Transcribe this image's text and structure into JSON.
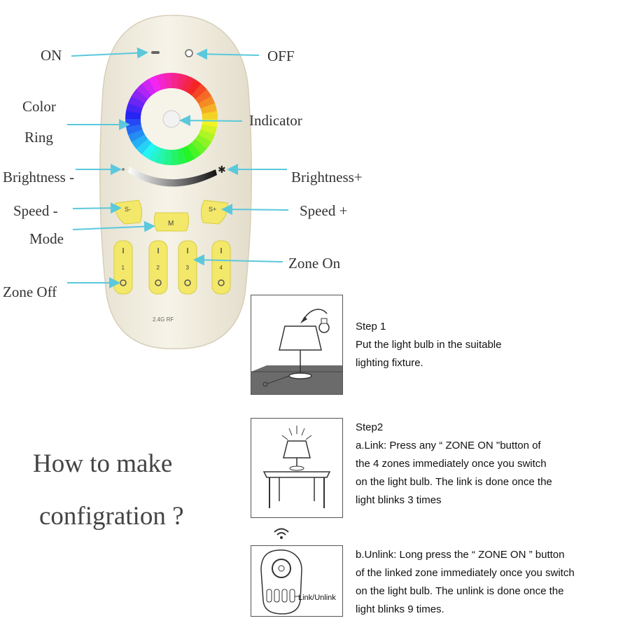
{
  "remote": {
    "on_label": "ON",
    "off_label": "OFF",
    "color_ring_line1": "Color",
    "color_ring_line2": "Ring",
    "indicator_label": "Indicator",
    "brightness_minus_label": "Brightness -",
    "brightness_plus_label": "Brightness+",
    "speed_minus_label": "Speed -",
    "speed_plus_label": "Speed +",
    "mode_label": "Mode",
    "zone_on_label": "Zone On",
    "zone_off_label": "Zone Off",
    "buttons": {
      "speed_minus": "S-",
      "mode": "M",
      "speed_plus": "S+"
    },
    "zones": [
      "1",
      "2",
      "3",
      "4"
    ],
    "rf_label": "2.4G RF",
    "colors": {
      "arrow": "#5bc8dc",
      "button_yellow": "#f3e86a",
      "body": "#f3efe2"
    }
  },
  "title": {
    "line1": "How to make",
    "line2": "configration ?"
  },
  "step1": {
    "heading": "Step 1",
    "lines": [
      "Put the light bulb in the suitable",
      "lighting fixture."
    ]
  },
  "step2": {
    "heading": "Step2",
    "lines": [
      "a.Link: Press any “ ZONE ON \"button of",
      "the 4 zones immediately once you switch",
      "on the light bulb. The link is done once the",
      " light blinks 3 times"
    ]
  },
  "step3": {
    "lines": [
      "b.Unlink: Long press the “ ZONE ON ” button",
      "of the linked zone immediately once you switch",
      "on the light bulb. The unlink is done once the",
      "light blinks 9 times."
    ],
    "inset_label": "Link/Unlink"
  },
  "icons": {
    "wifi": "wifi-icon",
    "bulb": "bulb-icon",
    "lamp": "lamp-icon",
    "table": "table-icon"
  }
}
